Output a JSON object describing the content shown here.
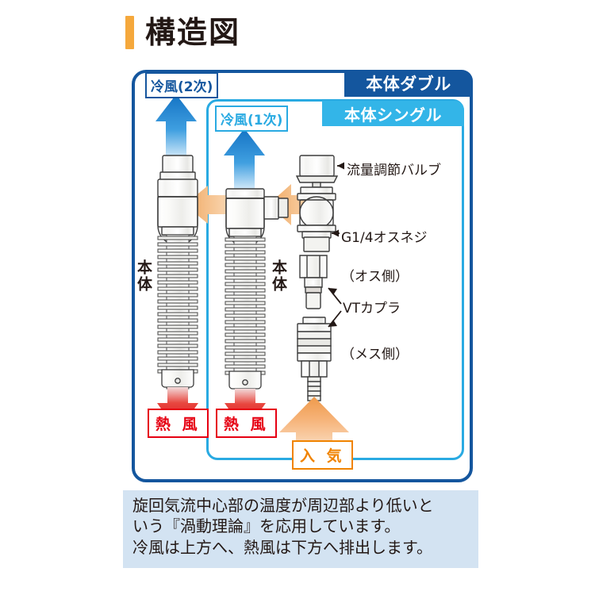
{
  "page": {
    "title": "構造図"
  },
  "frames": {
    "outer_label": "本体ダブル",
    "inner_label": "本体シングル",
    "outer_color": "#14569E",
    "inner_color": "#29AAE2"
  },
  "flow_labels": {
    "cold_secondary": "冷風(2次)",
    "cold_primary": "冷風(1次)",
    "hot_double": "熱 風",
    "hot_single": "熱 風",
    "intake": "入 気"
  },
  "body_labels": {
    "double": "本体",
    "single": "本体"
  },
  "annotations": {
    "flow_valve": "流量調節バルブ",
    "male_thread": "G1/4オスネジ",
    "male_side": "（オス側）",
    "coupler": "VTカプラ",
    "female_side": "（メス側）"
  },
  "caption": {
    "line1": "旋回気流中心部の温度が周辺部より低いと",
    "line2": "いう『渦動理論』を応用しています。",
    "line3": "冷風は上方へ、熱風は下方へ排出します。"
  },
  "colors": {
    "title_accent": "#F5A83C",
    "dark_blue": "#14569E",
    "light_blue": "#29AAE2",
    "cold_arrow": "#1B7FD4",
    "hot_arrow": "#E60012",
    "intake_arrow": "#F5A261",
    "caption_bg": "#D3E3F2"
  }
}
